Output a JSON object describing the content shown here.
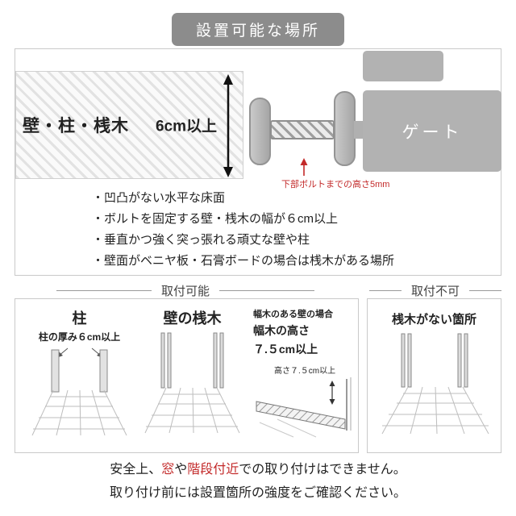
{
  "colors": {
    "badge_gray": "#8c8c8c",
    "gate_gray": "#b2b2b2",
    "accent_red": "#c32a2a"
  },
  "icons": {
    "height_arrow": "↕",
    "bolt_arrow": "↑"
  },
  "header": {
    "title": "設置可能な場所"
  },
  "diagram": {
    "wall_label": "壁・柱・桟木",
    "min_width": "6cm以上",
    "gate_label": "ゲート",
    "bolt_note": "下部ボルトまでの高さ5mm"
  },
  "conditions": [
    "・凹凸がない水平な床面",
    "・ボルトを固定する壁・桟木の幅が６cm以上",
    "・垂直かつ強く突っ張れる頑丈な壁や柱",
    "・壁面がベニヤ板・石膏ボードの場合は桟木がある場所"
  ],
  "sections": {
    "ok": "取付可能",
    "ng": "取付不可"
  },
  "ok_examples": {
    "pillar_title": "柱",
    "pillar_note": "柱の厚み６cm以上",
    "crosspiece_title": "壁の桟木",
    "baseboard_case": "幅木のある壁の場合",
    "baseboard_line1": "幅木の高さ",
    "baseboard_line2": "７.５cm以上",
    "baseboard_arrow": "高さ７.５cm以上"
  },
  "ng_example": {
    "title": "桟木がない箇所"
  },
  "footer": {
    "safety_pre": "安全上、",
    "safety_red1": "窓",
    "safety_mid": "や",
    "safety_red2": "階段付近",
    "safety_post": "での取り付けはできません。",
    "check_note": "取り付け前には設置箇所の強度をご確認ください。"
  }
}
